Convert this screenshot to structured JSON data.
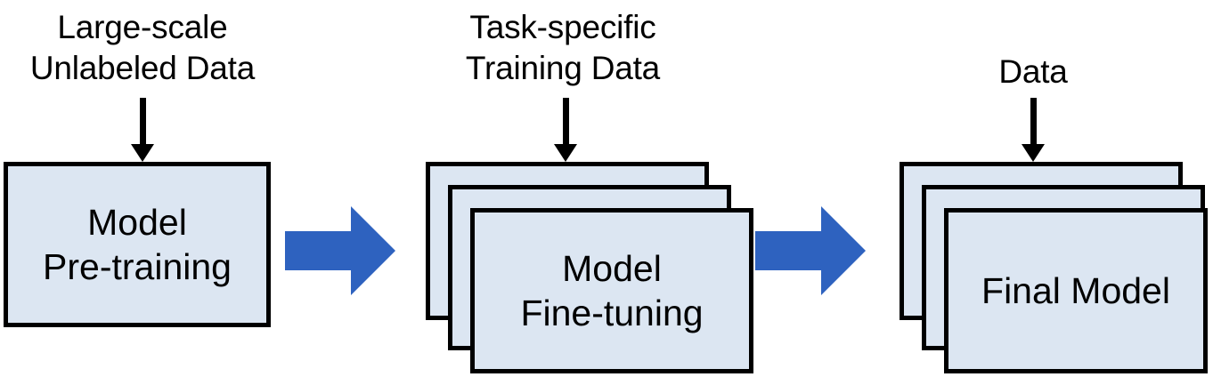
{
  "diagram": {
    "title": "Pre-training, Fine-tuning and Final Model pipeline",
    "type": "flow-diagram",
    "background_color": "#FFFFFF",
    "box_fill_color": "#DCE6F2",
    "box_border_color": "#000000",
    "arrow_color": "#2E62BF",
    "text_color": "#000000"
  },
  "stages": [
    {
      "id": "pretraining",
      "caption": "Large-scale\nUnlabeled Data",
      "box_label": "Model\nPre-training",
      "stacked": false,
      "stack_count": 1
    },
    {
      "id": "finetuning",
      "caption": "Task-specific\nTraining Data",
      "box_label": "Model\nFine-tuning",
      "stacked": true,
      "stack_count": 3
    },
    {
      "id": "final-model",
      "caption": "Data",
      "box_label": "Final Model",
      "stacked": true,
      "stack_count": 3
    }
  ],
  "connectors": [
    {
      "id": "arrow-pretraining-to-finetuning",
      "kind": "block-arrow",
      "direction": "right",
      "color": "#2E62BF"
    },
    {
      "id": "arrow-finetuning-to-final",
      "kind": "block-arrow",
      "direction": "right",
      "color": "#2E62BF"
    }
  ],
  "input_arrows": [
    {
      "id": "input-arrow-pretraining",
      "direction": "down",
      "color": "#000000"
    },
    {
      "id": "input-arrow-finetuning",
      "direction": "down",
      "color": "#000000"
    },
    {
      "id": "input-arrow-final",
      "direction": "down",
      "color": "#000000"
    }
  ]
}
